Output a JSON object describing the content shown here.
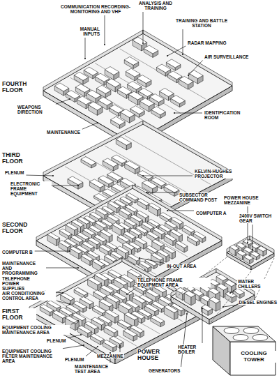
{
  "diagram": {
    "labels": [
      "ANALYSIS AND TRAINING",
      "COMMUNICATION RECORDING-MONITORING AND VHF",
      "TRAINING AND BATTLE STATION",
      "MANUAL INPUTS",
      "RADAR MAPPING",
      "AIR SURVEILLANCE",
      "FOURTH FLOOR",
      "WEAPONS DIRECTION",
      "IDENTIFICATION ROOM",
      "MAINTENANCE",
      "THIRD FLOOR",
      "PLENUM",
      "KELVIN-HUGHES PROJECTOR",
      "ELECTRONIC FRAME EQUIPMENT",
      "SUBSECTOR COMMAND POST",
      "COMPUTER A",
      "SECOND FLOOR",
      "COMPUTER B",
      "IN-OUT AREA",
      "MAINTENANCE AND PROGRAMMING",
      "POWER HOUSE MEZZANINE",
      "2400V SWITCH GEAR",
      "TELEPHONE FRAME EQUIPMENT AREA",
      "TELEPHONE POWER SUPPLIES",
      "AIR CONDITIONING CONTROL AREA",
      "WATER CHILLERS",
      "FIRST FLOOR",
      "DIESEL ENGINES",
      "EQUIPMENT COOLING MAINTENANCE AREA",
      "PLENUM",
      "EQUIPMENT COOLING FILTER MAINTENANCE AREA",
      "PLENUM",
      "MEZZANINE",
      "POWER HOUSE",
      "COOLING TOWER",
      "MAINTENANCE TEST AREA",
      "HEATER BOILER",
      "GENERATORS"
    ]
  }
}
